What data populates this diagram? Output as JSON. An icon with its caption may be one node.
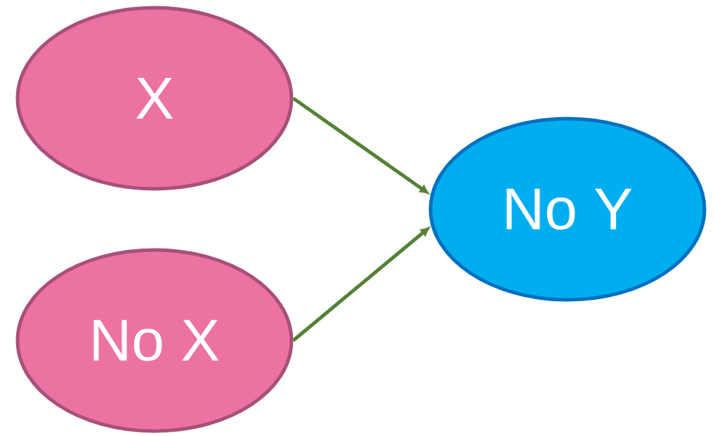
{
  "diagram": {
    "nodes": [
      {
        "text": [
          "X"
        ]
      },
      {
        "text": [
          "No X"
        ]
      },
      {
        "text": [
          "No Y"
        ]
      }
    ],
    "edges": [
      {
        "from": 0,
        "to": 2,
        "arrow": "to"
      },
      {
        "from": 1,
        "to": 2,
        "arrow": "to"
      }
    ]
  }
}
